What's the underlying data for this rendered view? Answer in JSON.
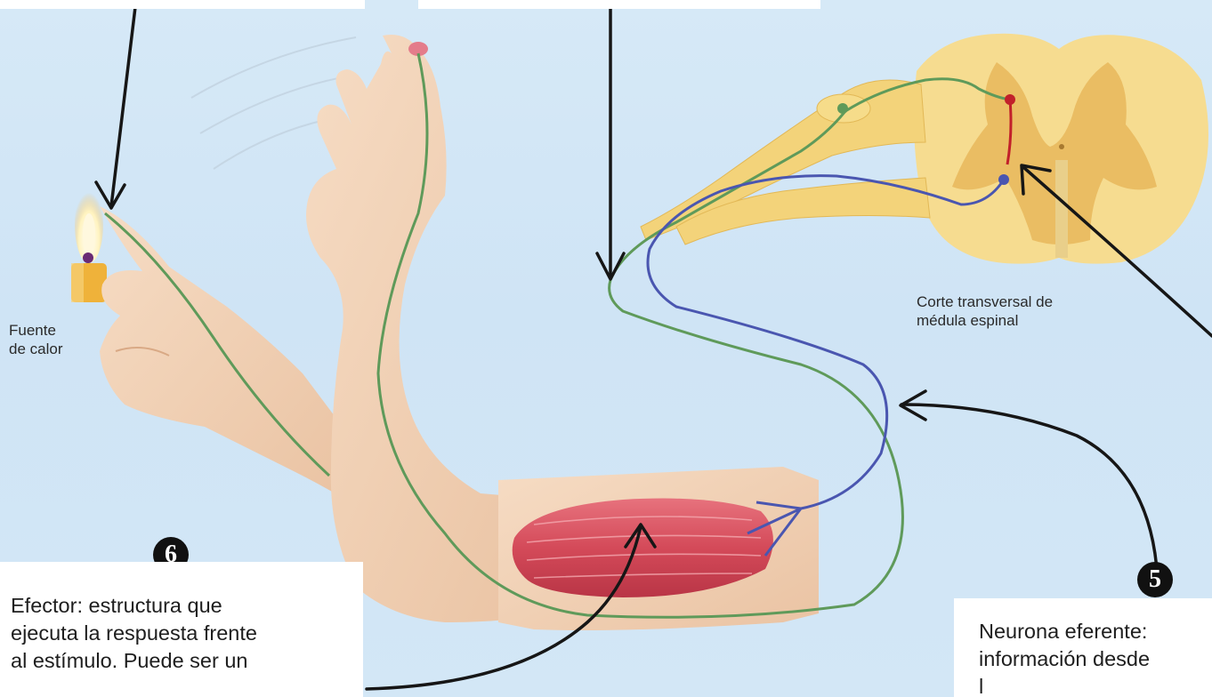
{
  "labels": {
    "heat_source": "Fuente\nde calor",
    "cross_section": "Corte transversal de\nmédula espinal"
  },
  "steps": [
    {
      "number": "6",
      "text": "Efector: estructura que\nejecuta la respuesta frente\nal estímulo. Puede ser un"
    },
    {
      "number": "5",
      "text": "Neurona eferente: \ninformación desde\nl"
    }
  ],
  "colors": {
    "background": "#d3e7f6",
    "skin": "#f2d3b6",
    "sensory_neuron": "#5f9a5a",
    "motor_neuron": "#4a56b0",
    "interneuron": "#c2202a",
    "muscle": "#d8505e",
    "spinal_cord": "#f4d98c"
  }
}
